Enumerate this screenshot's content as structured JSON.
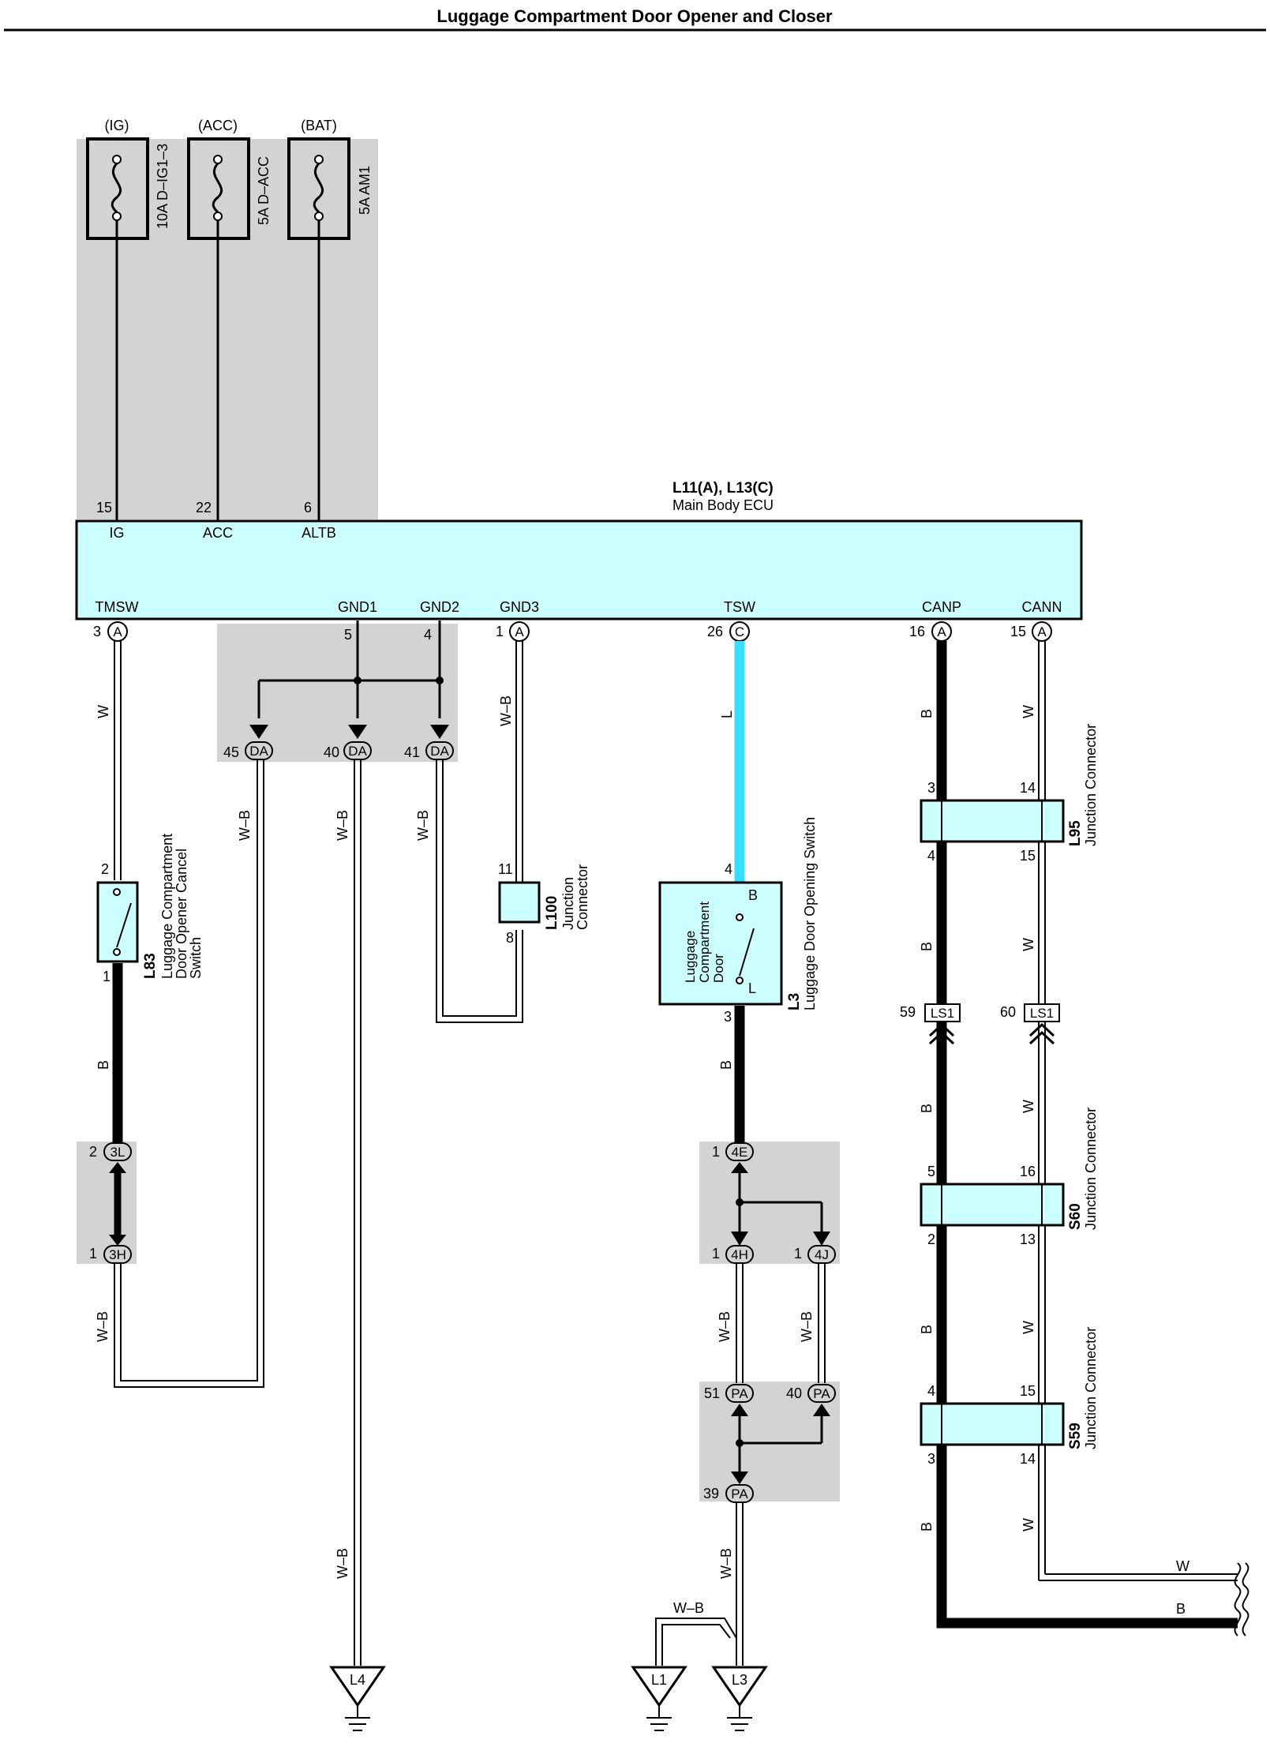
{
  "title": "Luggage Compartment Door Opener and Closer",
  "colors": {
    "ecu_fill": "#ccffff",
    "tsw_wire": "#33e0ff",
    "shade": "#d3d3d3"
  },
  "fuses": [
    {
      "source": "(IG)",
      "label": "10A D–IG1–3",
      "pin": "15",
      "terminal": "IG"
    },
    {
      "source": "(ACC)",
      "label": "5A D–ACC",
      "pin": "22",
      "terminal": "ACC"
    },
    {
      "source": "(BAT)",
      "label": "5A AM1",
      "pin": "6",
      "terminal": "ALTB"
    }
  ],
  "ecu": {
    "code": "L11(A), L13(C)",
    "name": "Main Body ECU",
    "bottom_terminals": [
      {
        "name": "TMSW",
        "pin": "3",
        "conn": "A"
      },
      {
        "name": "GND1",
        "pin": "5",
        "conn": ""
      },
      {
        "name": "GND2",
        "pin": "4",
        "conn": ""
      },
      {
        "name": "GND3",
        "pin": "1",
        "conn": "A"
      },
      {
        "name": "TSW",
        "pin": "26",
        "conn": "C"
      },
      {
        "name": "CANP",
        "pin": "16",
        "conn": "A"
      },
      {
        "name": "CANN",
        "pin": "15",
        "conn": "A"
      }
    ]
  },
  "da_pins": [
    "45",
    "40",
    "41"
  ],
  "da_label": "DA",
  "wire_labels": {
    "w": "W",
    "wb": "W–B",
    "b": "B",
    "l": "L"
  },
  "l83": {
    "code": "L83",
    "name_lines": [
      "Luggage Compartment",
      "Door Opener Cancel",
      "Switch"
    ],
    "pin_top": "2",
    "pin_bottom": "1"
  },
  "l100": {
    "code": "L100",
    "name_lines": [
      "Junction",
      "Connector"
    ],
    "pin_top": "11",
    "pin_bottom": "8"
  },
  "l3": {
    "code": "L3",
    "name": "Luggage Door Opening Switch",
    "inner_lines": [
      "Luggage",
      "Compartment",
      "Door"
    ],
    "pin_top": "4",
    "pin_bottom": "3",
    "term_b": "B",
    "term_l": "L"
  },
  "junctions": [
    {
      "code": "L95",
      "name": "Junction Connector",
      "pins_in": [
        "3",
        "14"
      ],
      "pins_out": [
        "4",
        "15"
      ]
    },
    {
      "code": "S60",
      "name": "Junction Connector",
      "pins_in": [
        "5",
        "16"
      ],
      "pins_out": [
        "2",
        "13"
      ]
    },
    {
      "code": "S59",
      "name": "Junction Connector",
      "pins_in": [
        "4",
        "15"
      ],
      "pins_out": [
        "3",
        "14"
      ]
    }
  ],
  "ls1": {
    "label": "LS1",
    "pins": [
      "59",
      "60"
    ]
  },
  "connectors": {
    "c3l": {
      "label": "3L",
      "pin": "2"
    },
    "c3h": {
      "label": "3H",
      "pin": "1"
    },
    "c4e": {
      "label": "4E",
      "pin": "1"
    },
    "c4h": {
      "label": "4H",
      "pin": "1"
    },
    "c4j": {
      "label": "4J",
      "pin": "1"
    },
    "pa51": {
      "label": "PA",
      "pin": "51"
    },
    "pa40": {
      "label": "PA",
      "pin": "40"
    },
    "pa39": {
      "label": "PA",
      "pin": "39"
    }
  },
  "grounds": [
    "L4",
    "L1",
    "L3"
  ]
}
